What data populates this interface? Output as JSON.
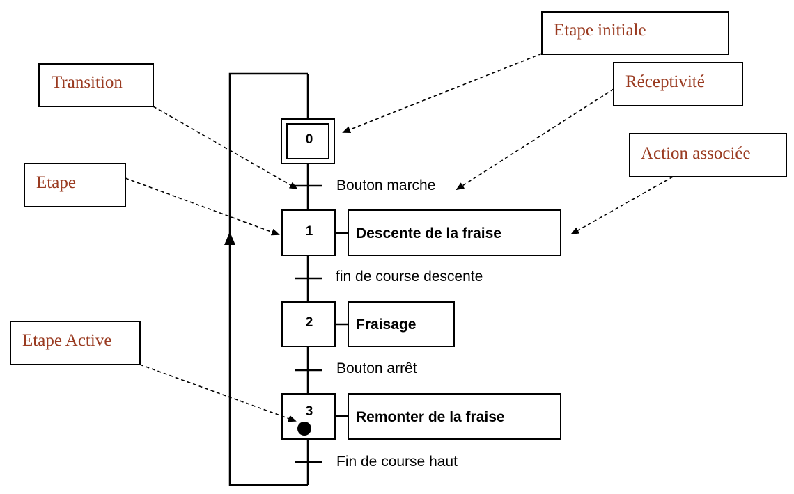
{
  "steps": [
    {
      "number": "0"
    },
    {
      "number": "1",
      "action": "Descente de la fraise"
    },
    {
      "number": "2",
      "action": "Fraisage"
    },
    {
      "number": "3",
      "action": "Remonter de la fraise",
      "active": true
    }
  ],
  "transitions": [
    "Bouton marche",
    "fin de course descente",
    "Bouton arrêt",
    "Fin de course haut"
  ],
  "callouts": {
    "initial_step": "Etape initiale",
    "transition": "Transition",
    "receptivity": "Réceptivité",
    "associated_action": "Action associée",
    "step": "Etape",
    "active_step": "Etape Active"
  },
  "colors": {
    "callout_text": "#9a3b21",
    "lines": "#000000"
  }
}
